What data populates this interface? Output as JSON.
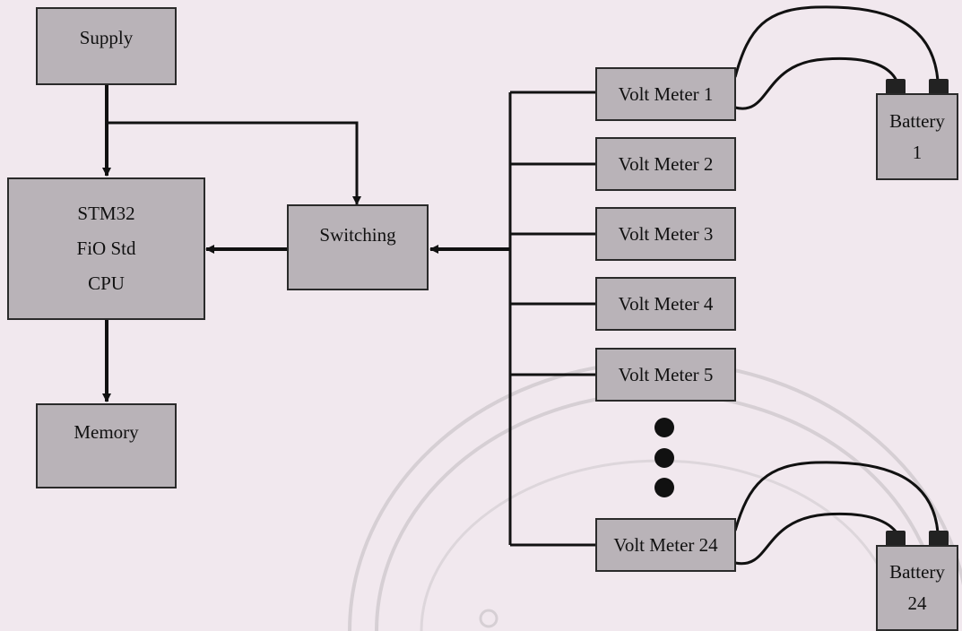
{
  "diagram": {
    "supply": "Supply",
    "cpu": [
      "STM32",
      "FiO Std",
      "CPU"
    ],
    "switching": "Switching",
    "memory": "Memory",
    "meters": [
      "Volt Meter 1",
      "Volt Meter 2",
      "Volt Meter 3",
      "Volt Meter 4",
      "Volt Meter 5",
      "Volt Meter 24"
    ],
    "battery_top": [
      "Battery",
      "1"
    ],
    "battery_bottom": [
      "Battery",
      "24"
    ]
  },
  "colors": {
    "box_fill": "#b9b3b8",
    "line": "#111111",
    "background": "#f1e8ee",
    "watermark": "#d6cfd4"
  }
}
